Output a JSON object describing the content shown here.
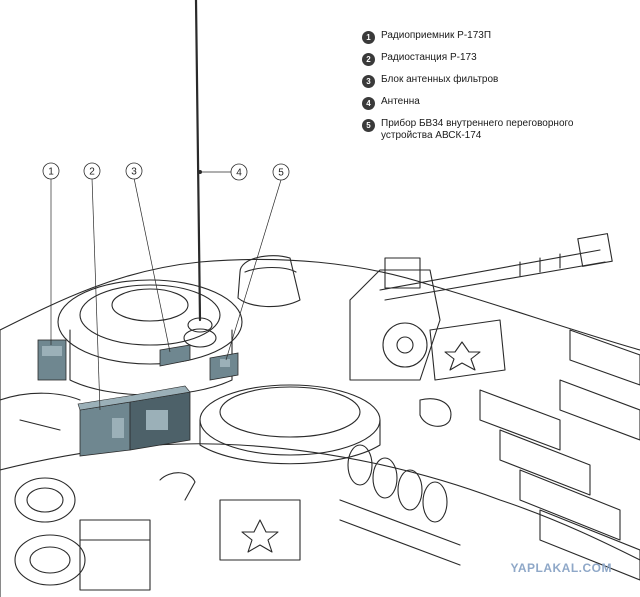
{
  "legend": {
    "items": [
      {
        "num": "1",
        "label": "Радиоприемник Р-173П"
      },
      {
        "num": "2",
        "label": "Радиостанция Р-173"
      },
      {
        "num": "3",
        "label": "Блок антенных фильтров"
      },
      {
        "num": "4",
        "label": "Антенна"
      },
      {
        "num": "5",
        "label": "Прибор БВ34 внутреннего переговорного устройства АВСК-174"
      }
    ]
  },
  "callouts": [
    "1",
    "2",
    "3",
    "4",
    "5"
  ],
  "watermark": "YAPLAKAL.COM",
  "colors": {
    "line": "#2a2a2a",
    "equipment": "#6f8790",
    "equipment_dark": "#4d6169",
    "panel_light": "#9bb0b8",
    "badge": "#3a3a3a",
    "watermark": "#8fa8c8"
  }
}
